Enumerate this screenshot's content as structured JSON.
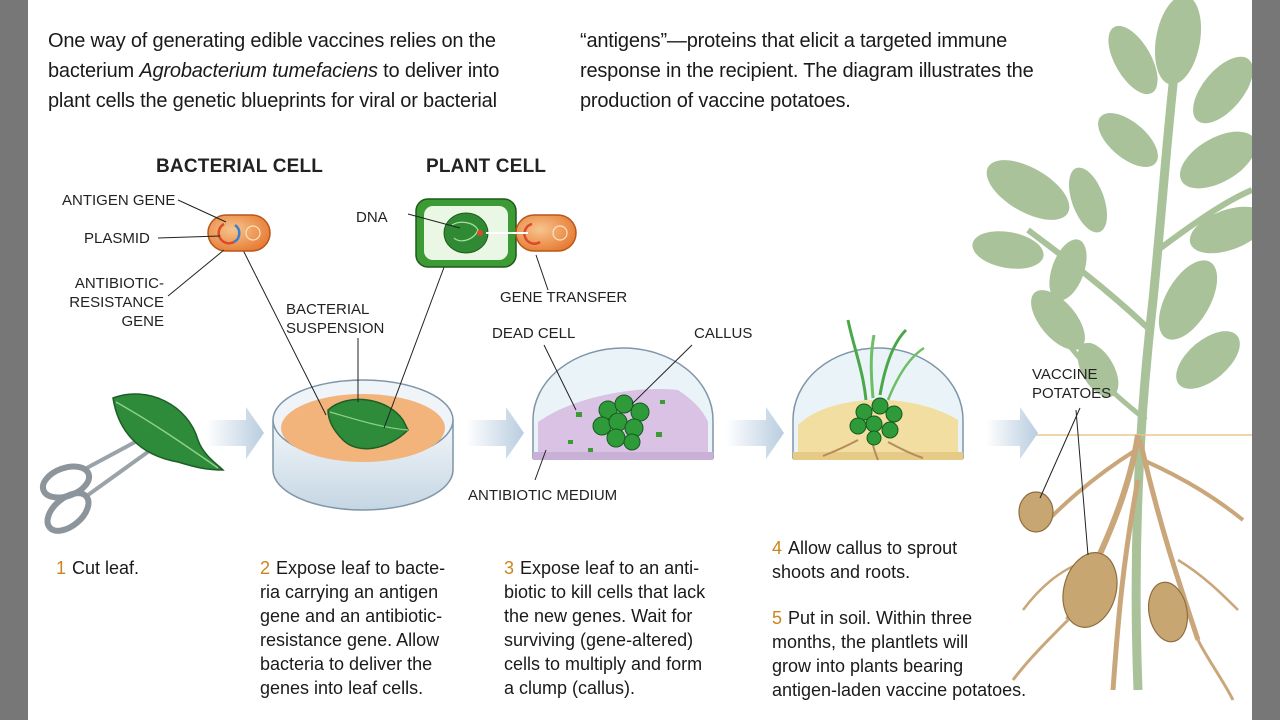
{
  "intro": {
    "left_a": "One way of generating edible vaccines relies on the",
    "left_b1": "bacterium ",
    "left_b_italic": "Agrobacterium tumefaciens",
    "left_b2": " to deliver into",
    "left_c": "plant cells the genetic blueprints for viral or bacterial",
    "right_a": "“antigens”—proteins that elicit a targeted immune",
    "right_b": "response in the recipient. The diagram illustrates the",
    "right_c": "production of vaccine potatoes."
  },
  "headers": {
    "bacterial_cell": "BACTERIAL CELL",
    "plant_cell": "PLANT CELL"
  },
  "labels": {
    "antigen_gene": "ANTIGEN GENE",
    "plasmid": "PLASMID",
    "antibiotic_1": "ANTIBIOTIC-",
    "antibiotic_2": "RESISTANCE",
    "antibiotic_3": "GENE",
    "dna": "DNA",
    "gene_transfer": "GENE TRANSFER",
    "suspension_1": "BACTERIAL",
    "suspension_2": "SUSPENSION",
    "dead_cell": "DEAD CELL",
    "callus": "CALLUS",
    "antibiotic_medium": "ANTIBIOTIC MEDIUM",
    "vaccine_1": "VACCINE",
    "vaccine_2": "POTATOES"
  },
  "steps": {
    "s1_num": "1",
    "s1": [
      "Cut leaf."
    ],
    "s2_num": "2",
    "s2": [
      "Expose leaf to bacte-",
      "ria carrying an antigen",
      "gene and an antibiotic-",
      "resistance gene. Allow",
      "bacteria to deliver the",
      "genes into leaf cells."
    ],
    "s3_num": "3",
    "s3": [
      "Expose leaf to an anti-",
      "biotic to kill cells that lack",
      "the new genes. Wait for",
      "surviving (gene-altered)",
      "cells to multiply and form",
      "a clump (callus)."
    ],
    "s4_num": "4",
    "s4": [
      "Allow callus to sprout",
      "shoots and roots."
    ],
    "s5_num": "5",
    "s5": [
      "Put in soil. Within three",
      "months, the plantlets will",
      "grow into plants bearing",
      "antigen-laden vaccine potatoes."
    ]
  },
  "colors": {
    "step_number": "#c9861c",
    "bacterium": "#ef8a3f",
    "plant_cell": "#3d9b35",
    "leaf": "#2e8b3a",
    "arrow": "#c7d7e6",
    "foliage": "#a9c29a",
    "root": "#c9a77a",
    "potato": "#c8a672"
  }
}
